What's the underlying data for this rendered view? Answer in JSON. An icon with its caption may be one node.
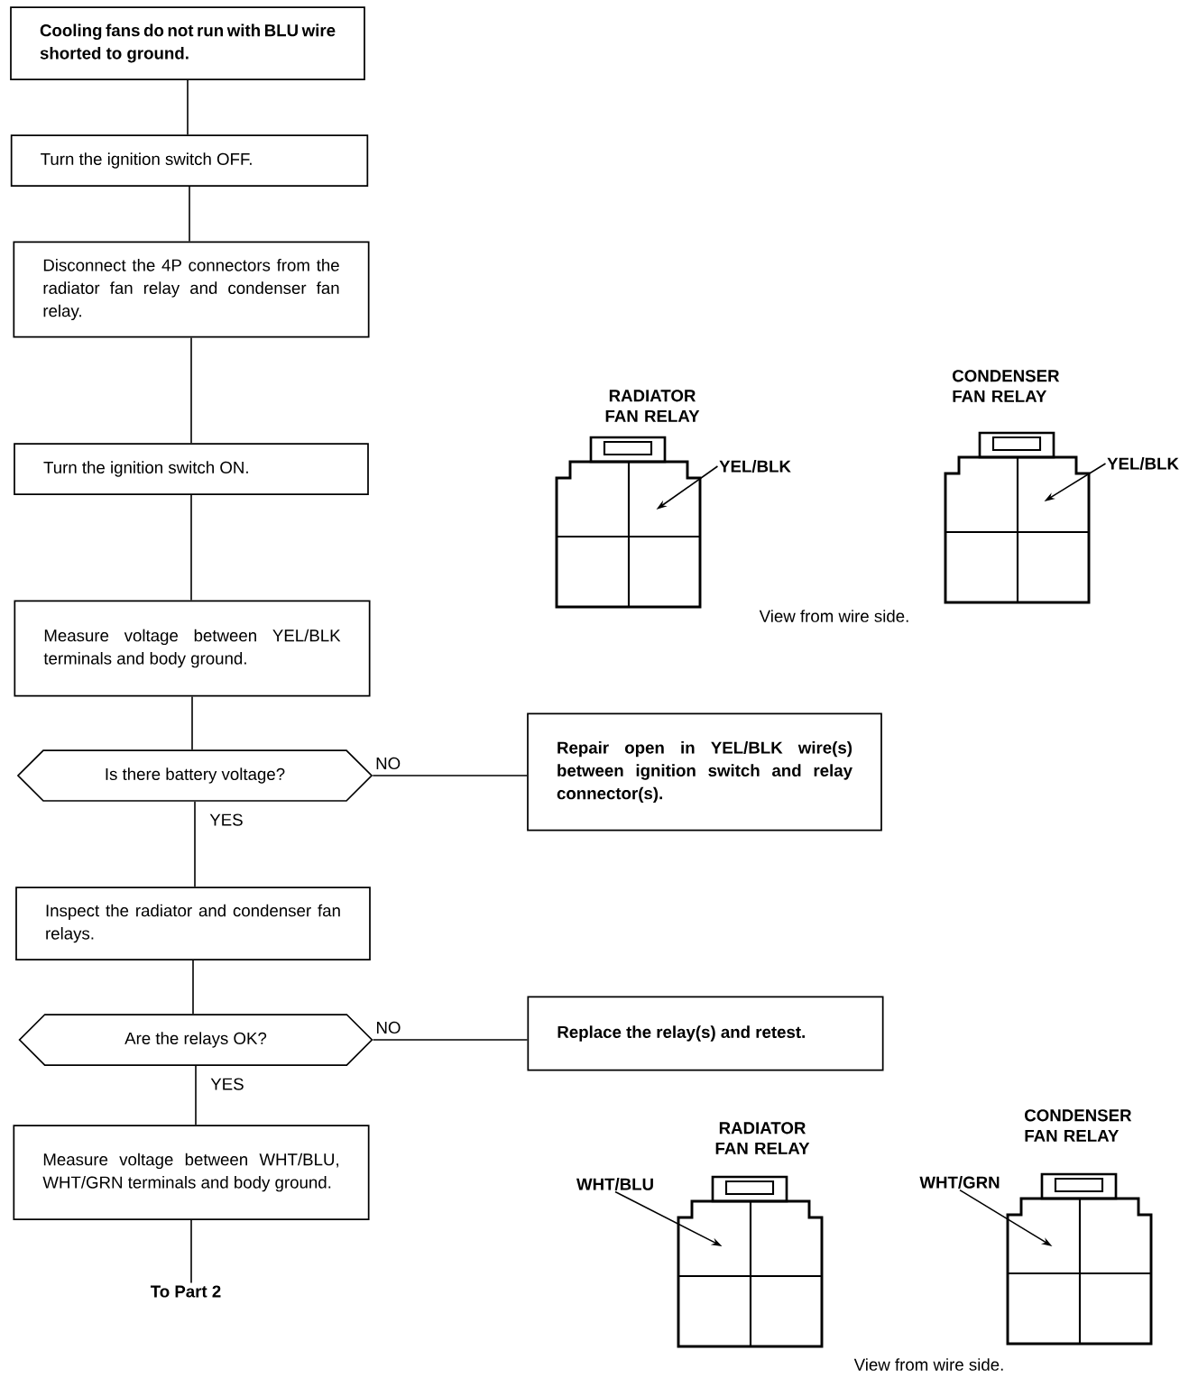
{
  "diagram": {
    "nodes": [
      {
        "text": [
          "Cooling fans do not run with BLU wire shorted to ground."
        ]
      },
      {
        "text": [
          "Turn the ignition switch OFF."
        ]
      },
      {
        "text": [
          "Disconnect the 4P connectors from the radiator fan relay and condenser fan relay."
        ]
      },
      {
        "text": [
          "Turn the ignition switch ON."
        ]
      },
      {
        "text": [
          "Measure voltage between YEL/BLK terminals and body ground."
        ]
      },
      {
        "text": [
          "Is there battery voltage?"
        ]
      },
      {
        "text": [
          "Repair open in YEL/BLK wire(s) between ignition switch and relay connector(s)."
        ]
      },
      {
        "text": [
          "Inspect the radiator and condenser fan relays."
        ]
      },
      {
        "text": [
          "Are the relays OK?"
        ]
      },
      {
        "text": [
          "Replace the relay(s) and retest."
        ]
      },
      {
        "text": [
          "Measure voltage between WHT/BLU, WHT/GRN terminals and body ground."
        ]
      },
      {
        "text": [
          "To Part 2"
        ]
      },
      {
        "text": [
          "RADIATOR FAN RELAY"
        ]
      },
      {
        "text": [
          "YEL/BLK"
        ]
      },
      {
        "text": [
          "CONDENSER FAN RELAY"
        ]
      },
      {
        "text": [
          "YEL/BLK"
        ]
      },
      {
        "text": [
          "RADIATOR FAN RELAY"
        ]
      },
      {
        "text": [
          "WHT/BLU"
        ]
      },
      {
        "text": [
          "CONDENSER FAN RELAY"
        ]
      },
      {
        "text": [
          "WHT/GRN"
        ]
      }
    ],
    "edges": [
      {
        "from": 0,
        "to": 1,
        "arrow": "none"
      },
      {
        "from": 1,
        "to": 2,
        "arrow": "none"
      },
      {
        "from": 2,
        "to": 3,
        "arrow": "none"
      },
      {
        "from": 3,
        "to": 4,
        "arrow": "none"
      },
      {
        "from": 4,
        "to": 5,
        "arrow": "none"
      },
      {
        "from": 5,
        "to": 6,
        "arrow": "none",
        "label": "NO"
      },
      {
        "from": 5,
        "to": 7,
        "arrow": "none",
        "label": "YES"
      },
      {
        "from": 7,
        "to": 8,
        "arrow": "none"
      },
      {
        "from": 8,
        "to": 9,
        "arrow": "none",
        "label": "NO"
      },
      {
        "from": 8,
        "to": 10,
        "arrow": "none",
        "label": "YES"
      },
      {
        "from": 10,
        "to": 11,
        "arrow": "none"
      },
      {
        "from": 13,
        "to": 12,
        "arrow": "to"
      },
      {
        "from": 15,
        "to": 14,
        "arrow": "to"
      },
      {
        "from": 17,
        "to": 16,
        "arrow": "to"
      },
      {
        "from": 19,
        "to": 18,
        "arrow": "to"
      }
    ],
    "labels": [
      "View from wire side.",
      "View from wire side."
    ]
  }
}
